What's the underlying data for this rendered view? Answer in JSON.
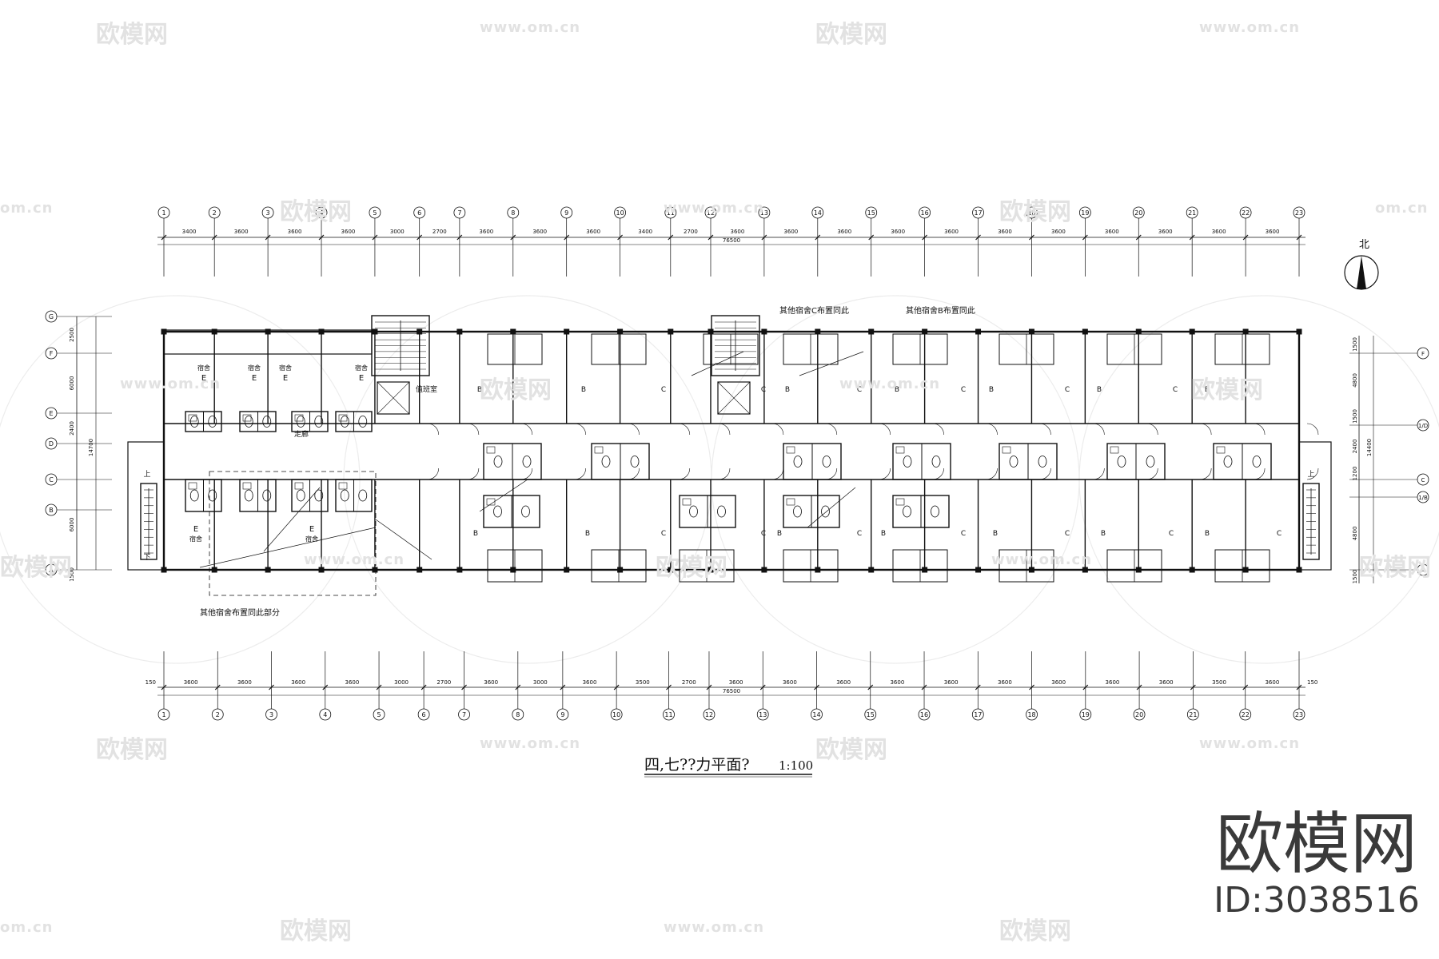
{
  "drawing": {
    "title": "四,七??力平面?",
    "scale": "1:100",
    "north_label": "北",
    "total_dimension": "76500",
    "edge_dimension": "150"
  },
  "axes": {
    "columns": [
      "1",
      "2",
      "3",
      "4",
      "5",
      "6",
      "7",
      "8",
      "9",
      "10",
      "11",
      "12",
      "13",
      "14",
      "15",
      "16",
      "17",
      "18",
      "19",
      "20",
      "21",
      "22",
      "23"
    ],
    "bays_top": [
      "3400",
      "3600",
      "3600",
      "3600",
      "3000",
      "2700",
      "3600",
      "3600",
      "3600",
      "3400",
      "2700",
      "3600",
      "3600",
      "3600",
      "3600",
      "3600",
      "3600",
      "3600",
      "3600",
      "3600",
      "3600",
      "3600"
    ],
    "bays_bottom": [
      "3600",
      "3600",
      "3600",
      "3600",
      "3000",
      "2700",
      "3600",
      "3000",
      "3600",
      "3500",
      "2700",
      "3600",
      "3600",
      "3600",
      "3600",
      "3600",
      "3600",
      "3600",
      "3600",
      "3600",
      "3500",
      "3600"
    ],
    "rows_left": [
      "G",
      "F",
      "E",
      "D",
      "C",
      "B",
      "A"
    ],
    "rows_right": [
      "F",
      "1/D",
      "C",
      "1/B",
      "A"
    ],
    "left_dims": [
      "2500",
      "6000",
      "2400",
      "6000",
      "1500",
      "14700"
    ],
    "right_dims": [
      "1500",
      "4800",
      "1500",
      "2400",
      "1200",
      "4800",
      "1500",
      "14400"
    ]
  },
  "annotations": {
    "note_c": "其他宿舍C布置同此",
    "note_b": "其他宿舍B布置同此",
    "note_e": "其他宿舍布置同此部分",
    "corridor": "走廊",
    "stair_up": "上",
    "stair_down": "下",
    "room_label": "宿舍",
    "duty_room": "值班室",
    "unit_e": "E",
    "unit_b": "B",
    "unit_c": "C"
  },
  "branding": {
    "name": "欧模网",
    "id": "ID:3038516",
    "watermark_text": "欧模网",
    "watermark_url": "www.om.cn",
    "watermark_short": "om.cn"
  }
}
